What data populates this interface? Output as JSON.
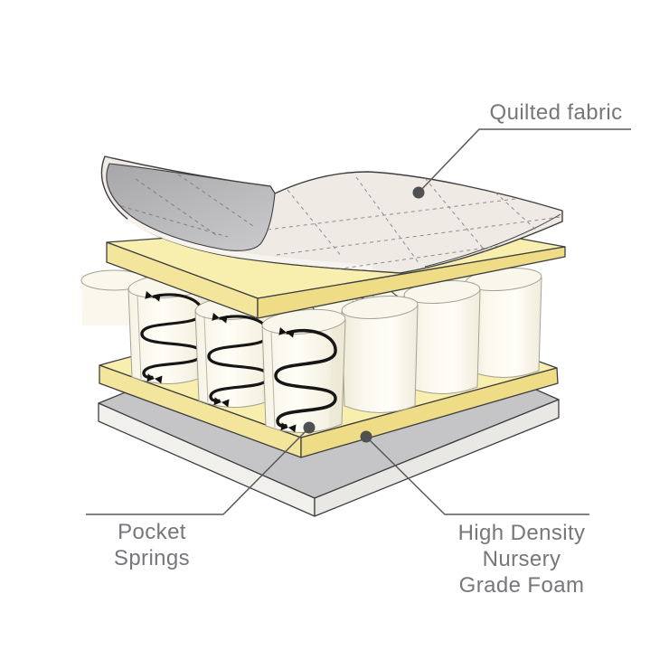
{
  "diagram": {
    "type": "exploded-layers-diagram",
    "background": "#ffffff",
    "labels": {
      "quilted_fabric": "Quilted fabric",
      "pocket_springs_lines": [
        "Pocket",
        "Springs"
      ],
      "foam_lines": [
        "High Density",
        "Nursery",
        "Grade Foam"
      ]
    },
    "parts": [
      {
        "name": "Quilted fabric"
      },
      {
        "name": "Pocket Springs"
      },
      {
        "name": "High Density Nursery Grade Foam"
      }
    ],
    "colors": {
      "background": "#FFFFFF",
      "foam_top": "#F8EFAE",
      "foam_front": "#F4E59C",
      "foam_side": "#EFDC87",
      "base_top": "#C5C5C7",
      "base_front": "#F2F0ED",
      "base_side": "#EAE8E5",
      "fabric_top": "#EFEAE4",
      "fabric_underside": "#B7B7B9",
      "pocket_fill": "#FDFBF2",
      "pocket_outline": "#A5A194",
      "spring_wire": "#161616",
      "outline": "#3E3E40",
      "leader_line": "#58595B",
      "label_text": "#76777A"
    }
  }
}
